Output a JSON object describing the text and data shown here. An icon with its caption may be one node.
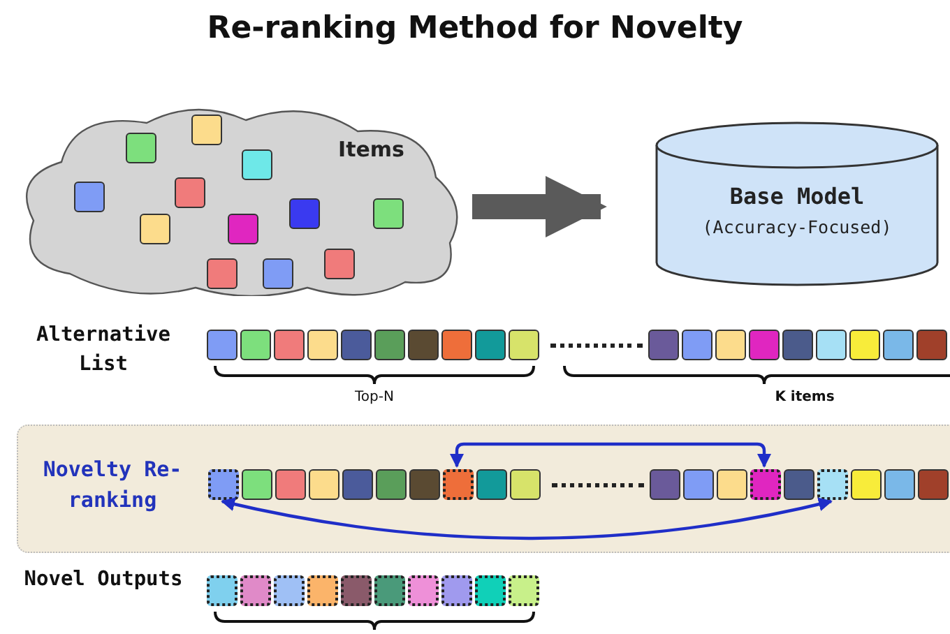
{
  "diagram": {
    "title": "Re-ranking Method for Novelty",
    "nodes": [
      {
        "text": [
          "Items"
        ]
      },
      {
        "text": [
          "Base Model",
          "(Accuracy-Focused)"
        ]
      },
      {
        "text": [
          "Novelty Re-ranking"
        ]
      },
      {
        "text": [],
        "shape": "box",
        "in": 2
      },
      {
        "text": [],
        "shape": "box",
        "in": 2
      },
      {
        "text": [],
        "shape": "box",
        "in": 2
      },
      {
        "text": [],
        "shape": "box",
        "in": 2
      }
    ],
    "edges": [
      {
        "from": 0,
        "to": 1,
        "arrow": "to",
        "style": "thick",
        "color": "#5a5a5a"
      },
      {
        "from": 4,
        "to": 5,
        "arrow": "both"
      },
      {
        "from": 3,
        "to": 6,
        "arrow": "both"
      }
    ],
    "labels": [
      "Alternative List",
      "Top-N",
      "K items",
      "Novel Outputs"
    ]
  }
}
